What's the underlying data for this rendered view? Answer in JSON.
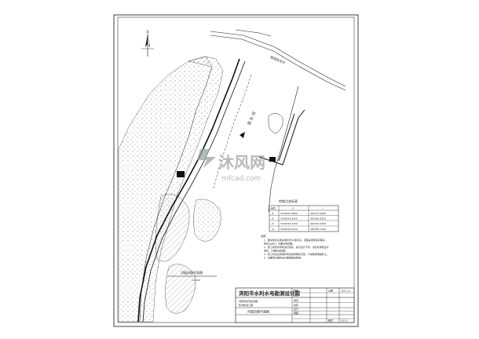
{
  "watermark": {
    "brand": "沐风网",
    "tagline": "mfcad.com"
  },
  "north_arrow": {
    "label": "北"
  },
  "road": {
    "label": "衡阳至长沙"
  },
  "river": {
    "label": "涟 水 河"
  },
  "plan": {
    "label": "河道治理平面图",
    "scale": "1:1000"
  },
  "coord_table": {
    "title": "控制点坐标表",
    "headers": [
      "编号",
      "X",
      "Y"
    ],
    "rows": [
      [
        "J1",
        "3040251.3860",
        "482175.5660"
      ],
      [
        "J2",
        "3040255.8930",
        "482300.3820"
      ],
      [
        "J3",
        "3040126.4150",
        "482310.5460"
      ],
      [
        "J4",
        "3040030.0410",
        "482356.1160"
      ]
    ]
  },
  "notes": {
    "title": "说明：",
    "lines": [
      "1、图中坐标系统采用北京54坐标系，高程采用黄海高程系，",
      "   单位以米计，平面比例见图。",
      "2、施工前须对现场进行复核，如与设计不符，请及时通知设计",
      "   单位，以便作出处理。",
      "3、施工时应注意保护周边建筑物及农田，不得随意堆放弃土。",
      "4、本图须与相关设计图纸配合使用。"
    ]
  },
  "title_block": {
    "institute": "浏阳市水利水电勘测设计院",
    "project_line1": "浏阳市某河段治理",
    "project_line2": "防洪整治工程",
    "drawing_name": "河道治理平面图",
    "fields": [
      {
        "label": "批准",
        "value": ""
      },
      {
        "label": "核定",
        "value": ""
      },
      {
        "label": "审查",
        "value": ""
      },
      {
        "label": "校核",
        "value": ""
      },
      {
        "label": "设计",
        "value": ""
      },
      {
        "label": "制图",
        "value": ""
      }
    ],
    "date_label": "日期",
    "date_value": "2012.11",
    "drawing_no_label": "图号",
    "drawing_no_value": "SG-01"
  },
  "colors": {
    "line": "#1a1a1a",
    "hatch": "#555555",
    "watermark": "#9aa3a8"
  }
}
